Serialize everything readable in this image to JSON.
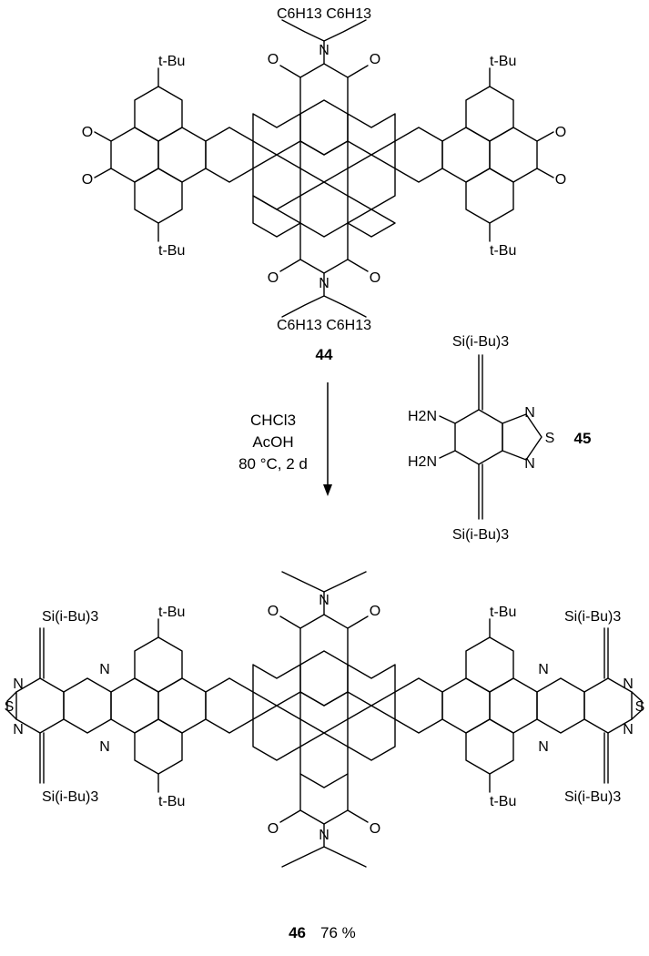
{
  "compounds": {
    "c44": {
      "number": "44",
      "substituents": {
        "top_chain": "C6H13 C6H13",
        "bottom_chain": "C6H13 C6H13",
        "tBu": "t-Bu",
        "oxo": "O",
        "imide_N": "N"
      }
    },
    "c45": {
      "number": "45",
      "labels": {
        "amine": "H2N",
        "silyl": "Si(i-Bu)3",
        "thiadiazole_N": "N",
        "thiadiazole_S": "S"
      }
    },
    "c46": {
      "number": "46",
      "yield": "76 %",
      "labels": {
        "silyl": "Si(i-Bu)3",
        "tBu": "t-Bu",
        "pyrazine_N": "N",
        "thiadiazole_S": "S",
        "thiadiazole_N": "N",
        "oxo": "O",
        "imide_N": "N"
      }
    }
  },
  "conditions": {
    "line1": "CHCl3",
    "line2": "AcOH",
    "line3": "80 °C, 2 d"
  }
}
